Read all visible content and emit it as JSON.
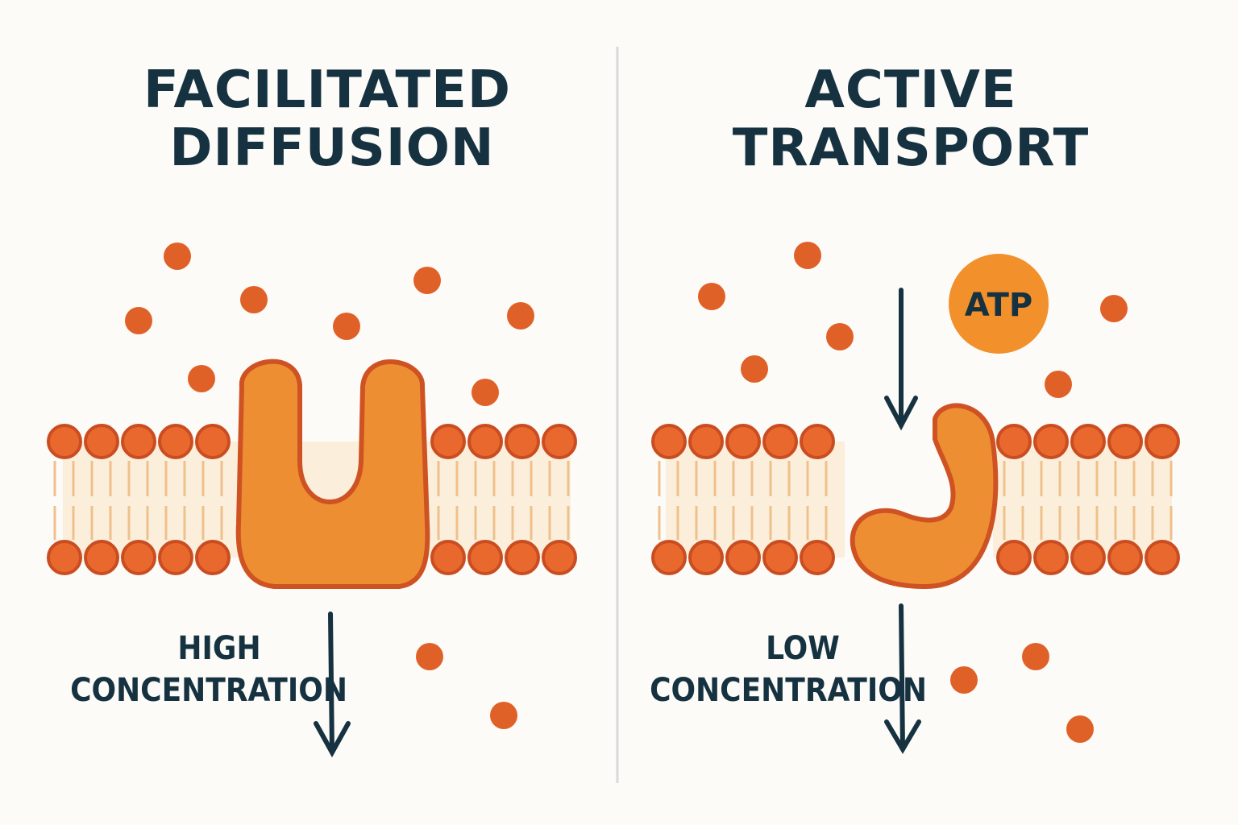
{
  "colors": {
    "background": "#fcfbf8",
    "text": "#163240",
    "particle": "#e06128",
    "head_fill": "#e8682e",
    "head_stroke": "#c94d21",
    "protein_fill": "#ee8e33",
    "protein_stroke": "#cf5223",
    "bilayer_core": "#fbefdc",
    "tail": "#efc08c",
    "atp_fill": "#f2902c",
    "divider": "#d9d9d9"
  },
  "left_panel": {
    "title_line1": "FACILITATED",
    "title_line2": "DIFFUSION",
    "label_line1": "HIGH",
    "label_line2": "CONCENTRATION"
  },
  "right_panel": {
    "title_line1": "ACTIVE",
    "title_line2": "TRANSPORT",
    "label_line1": "LOW",
    "label_line2": "CONCENTRATION",
    "atp_label": "ATP"
  }
}
